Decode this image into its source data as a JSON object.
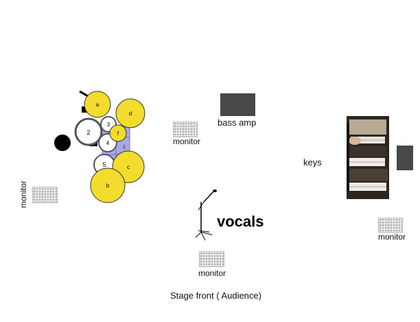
{
  "labels": {
    "bass_amp": "bass amp",
    "keys": "keys",
    "vocals": "vocals",
    "stage_front": "Stage front ( Audience)",
    "monitor": "monitor"
  },
  "drums": {
    "colors": {
      "yellow": "#f2dc2d",
      "white": "#ffffff",
      "black": "#000000",
      "rack": "#a9a9e6"
    },
    "letter_pads": [
      "a",
      "d",
      "f",
      "c",
      "b"
    ],
    "number_toms": [
      "1",
      "2",
      "3",
      "4",
      "5"
    ]
  }
}
